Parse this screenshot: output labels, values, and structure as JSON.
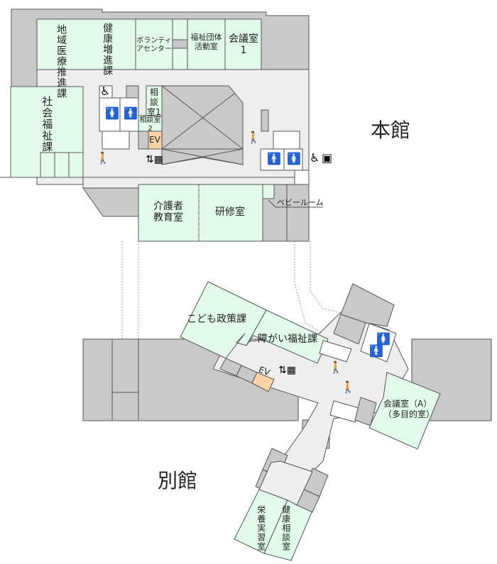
{
  "buildings": {
    "main": "本館",
    "annex": "別館"
  },
  "main_rooms": {
    "chiiki": "地域医療推進課",
    "kenko_zoshin": "健康増進課",
    "volunteer": "ボランティアセンター",
    "fukushi_dantai": "福祉団体活動室",
    "kaigi1": "会議室1",
    "shakai_fukushi": "社会福祉課",
    "sodan1": "相談室1",
    "sodan2": "相談室2",
    "ev": "EV",
    "kaigosha": "介護者教育室",
    "kenshu": "研修室",
    "baby": "ベビールーム"
  },
  "annex_rooms": {
    "kodomo": "こども政策課",
    "shogai": "障がい福祉課",
    "ev": "EV",
    "kaigiA": "会議室（A）",
    "kaigiA_sub": "（多目的室）",
    "eiyo": "栄養実習室",
    "kenko_sodan": "健康相談室"
  },
  "colors": {
    "room": "#e2faea",
    "corridor": "#eeeeee",
    "structure": "#c9c9c9",
    "elevator": "#fcd3a6",
    "female": "#e8222a",
    "male": "#3b3bc8"
  },
  "icons": [
    "wheelchair-icon",
    "female-restroom-icon",
    "male-restroom-icon",
    "stairs-icon",
    "elevator-icon",
    "baby-bed-icon"
  ]
}
